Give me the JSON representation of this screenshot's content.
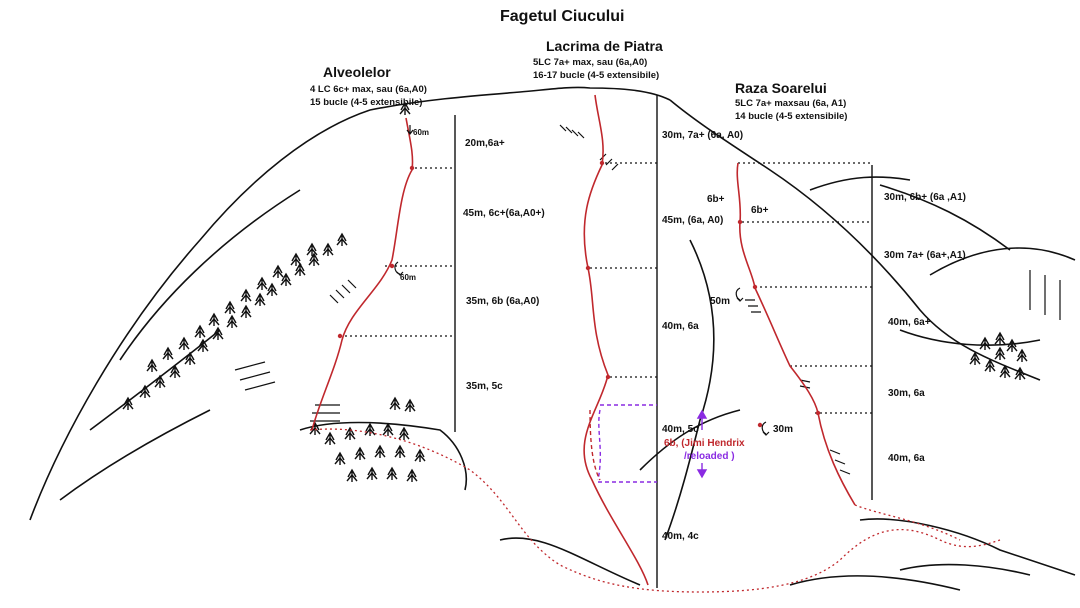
{
  "title": "Fagetul Ciucului",
  "routes": {
    "alveolelor": {
      "name": "Alveolelor",
      "desc1": "4 LC 6c+ max, sau (6a,A0)",
      "desc2": "15 bucle (4-5 extensibile)",
      "pitches": [
        "20m,6a+",
        "45m, 6c+(6a,A0+)",
        "35m,  6b  (6a,A0)",
        "35m, 5c"
      ],
      "rappels": [
        "60m",
        "60m"
      ]
    },
    "lacrima": {
      "name": "Lacrima de Piatra",
      "desc1": "5LC 7a+ max, sau (6a,A0)",
      "desc2": "16-17 bucle (4-5 extensibile)",
      "pitches": [
        "30m, 7a+ (6a, A0)",
        "45m,  (6a, A0)",
        "40m, 6a",
        "40m, 5c",
        "40m, 4c"
      ],
      "variant_line1": "6b, (Jimi Hendrix",
      "variant_line2": "/reloaded )"
    },
    "raza": {
      "name": "Raza Soarelui",
      "desc1": "5LC 7a+ maxsau (6a, A1)",
      "desc2": "14 bucle (4-5 extensibile)",
      "pitches": [
        "30m, 6b+ (6a   ,A1)",
        "30m 7a+ (6a+,A1)",
        "40m, 6a+",
        "30m, 6a",
        "40m, 6a"
      ],
      "mid_grades": [
        "6b+",
        "6b+"
      ],
      "rappels": [
        "50m",
        "30m"
      ]
    }
  },
  "colors": {
    "route": "#c0282d",
    "variant": "#8a2be2",
    "ink": "#111111"
  }
}
